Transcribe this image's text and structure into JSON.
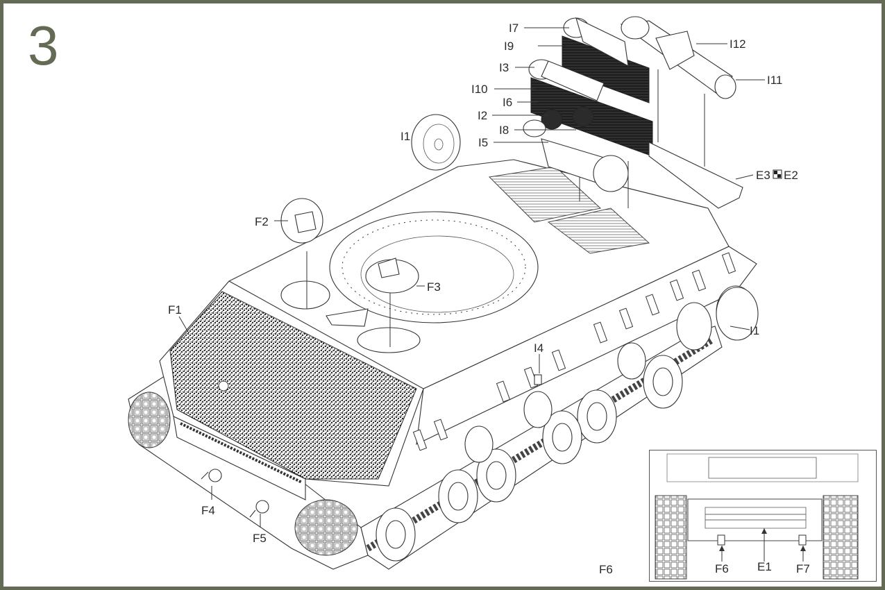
{
  "step": {
    "number": "3"
  },
  "colors": {
    "frame": "#646b55",
    "step_number": "#646b55",
    "line": "#333333"
  },
  "labels": {
    "I7": "I7",
    "I9": "I9",
    "I3": "I3",
    "I10": "I10",
    "I6": "I6",
    "I2": "I2",
    "I8": "I8",
    "I5": "I5",
    "I1_top": "I1",
    "I12": "I12",
    "I11": "I11",
    "E3E2_left": "E3",
    "E3E2_right": "E2",
    "F2": "F2",
    "F3": "F3",
    "F1": "F1",
    "I4": "I4",
    "I1_right": "I1",
    "F4": "F4",
    "F5": "F5",
    "F6_main": "F6"
  },
  "inset": {
    "labels": {
      "F6": "F6",
      "E1": "E1",
      "F7": "F7"
    }
  }
}
